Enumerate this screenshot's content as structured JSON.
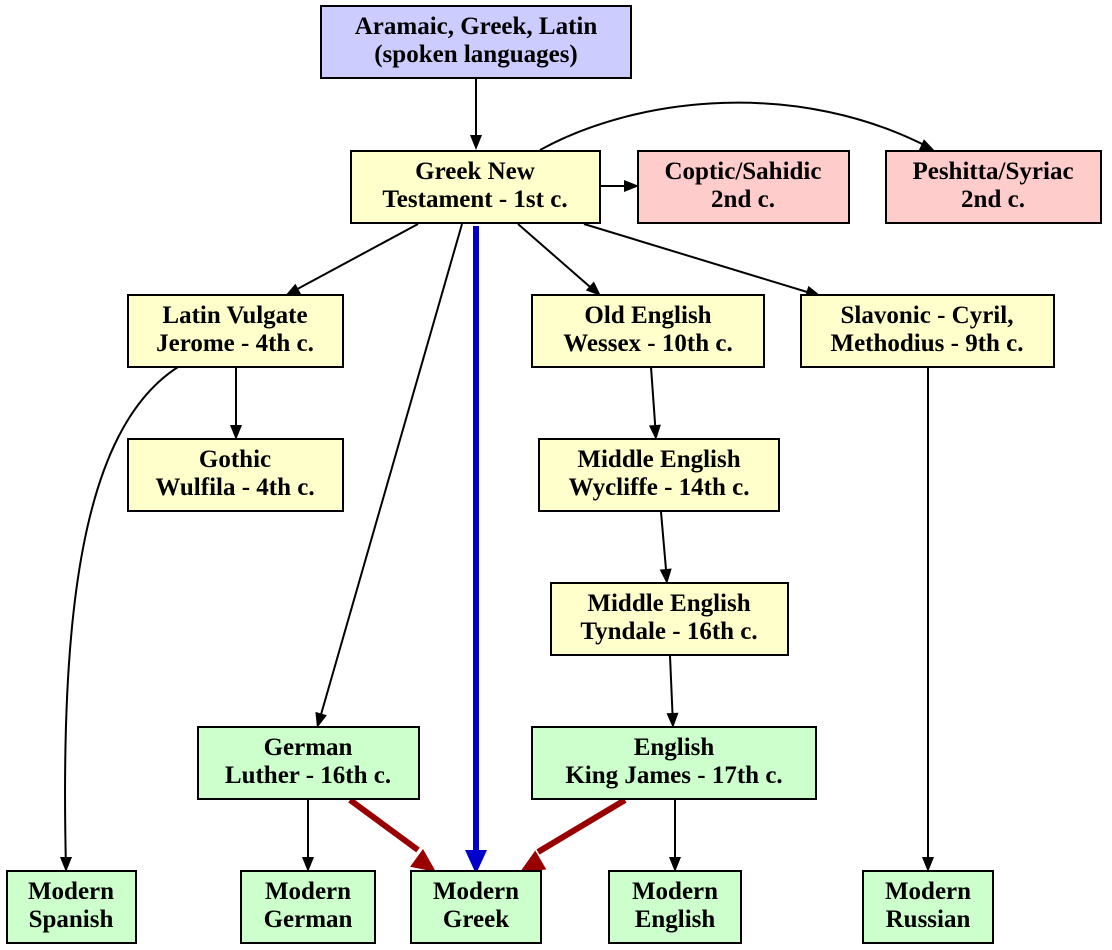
{
  "colors": {
    "source": "#ccccff",
    "ancient": "#ffcccc",
    "historical": "#ffffcc",
    "modern": "#ccffcc",
    "edge_default": "#000000",
    "edge_greek": "#0000cc",
    "edge_red": "#990000"
  },
  "nodes": {
    "source": {
      "line1": "Aramaic, Greek, Latin",
      "line2": "(spoken languages)"
    },
    "greek_nt": {
      "line1": "Greek New",
      "line2": "Testament - 1st c."
    },
    "coptic": {
      "line1": "Coptic/Sahidic",
      "line2": "2nd c."
    },
    "peshitta": {
      "line1": "Peshitta/Syriac",
      "line2": "2nd c."
    },
    "vulgate": {
      "line1": "Latin Vulgate",
      "line2": "Jerome - 4th c."
    },
    "old_english": {
      "line1": "Old English",
      "line2": "Wessex - 10th c."
    },
    "slavonic": {
      "line1": "Slavonic - Cyril,",
      "line2": "Methodius - 9th c."
    },
    "gothic": {
      "line1": "Gothic",
      "line2": "Wulfila - 4th c."
    },
    "wycliffe": {
      "line1": "Middle English",
      "line2": "Wycliffe - 14th c."
    },
    "tyndale": {
      "line1": "Middle English",
      "line2": "Tyndale - 16th c."
    },
    "luther": {
      "line1": "German",
      "line2": "Luther - 16th c."
    },
    "king_james": {
      "line1": "English",
      "line2": "King James - 17th c."
    },
    "modern_spanish": {
      "line1": "Modern",
      "line2": "Spanish"
    },
    "modern_german": {
      "line1": "Modern",
      "line2": "German"
    },
    "modern_greek": {
      "line1": "Modern",
      "line2": "Greek"
    },
    "modern_english": {
      "line1": "Modern",
      "line2": "English"
    },
    "modern_russian": {
      "line1": "Modern",
      "line2": "Russian"
    }
  }
}
